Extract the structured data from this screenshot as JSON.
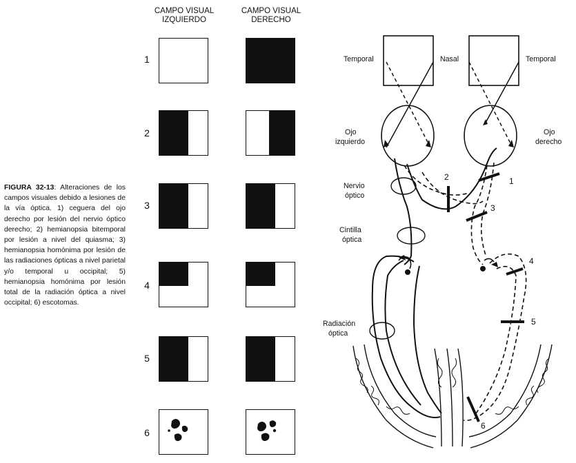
{
  "columns": {
    "left": "CAMPO VISUAL IZQUIERDO",
    "right": "CAMPO VISUAL DERECHO"
  },
  "rows": [
    {
      "num": "1",
      "left": "normal",
      "right": "full-black"
    },
    {
      "num": "2",
      "left": "left-half-black",
      "right": "right-half-black"
    },
    {
      "num": "3",
      "left": "left-half-black",
      "right": "left-half-black"
    },
    {
      "num": "4",
      "left": "upper-left-quadrant-black",
      "right": "upper-left-quadrant-black"
    },
    {
      "num": "5",
      "left": "left-half-black",
      "right": "left-half-black"
    },
    {
      "num": "6",
      "left": "scotomas",
      "right": "scotomas"
    }
  ],
  "caption": {
    "figure": "FIGURA 32-13",
    "text": ": Alteraciones de los campos visuales debido a lesiones de la vía óptica. 1) ceguera del ojo derecho por lesión del nervio óptico derecho; 2) hemianopsia bitemporal por lesión a nivel del quiasma; 3) hemianopsia homónima por lesión de las radiaciones ópticas a nivel parietal y/o temporal u occipital; 5) hemianopsia homónima por lesión total de la radiación óptica a nivel occipital; 6) escotomas."
  },
  "labels": {
    "temporal_left": "Temporal",
    "nasal": "Nasal",
    "temporal_right": "Temporal",
    "ojo_izq_1": "Ojo",
    "ojo_izq_2": "izquierdo",
    "ojo_der_1": "Ojo",
    "ojo_der_2": "derecho",
    "nervio_1": "Nervio",
    "nervio_2": "óptico",
    "cintilla_1": "Cintilla",
    "cintilla_2": "óptica",
    "radiacion_1": "Radiación",
    "radiacion_2": "óptica"
  },
  "lesions": [
    "1",
    "2",
    "3",
    "4",
    "5",
    "6"
  ],
  "colors": {
    "ink": "#111111",
    "paper": "#ffffff"
  }
}
